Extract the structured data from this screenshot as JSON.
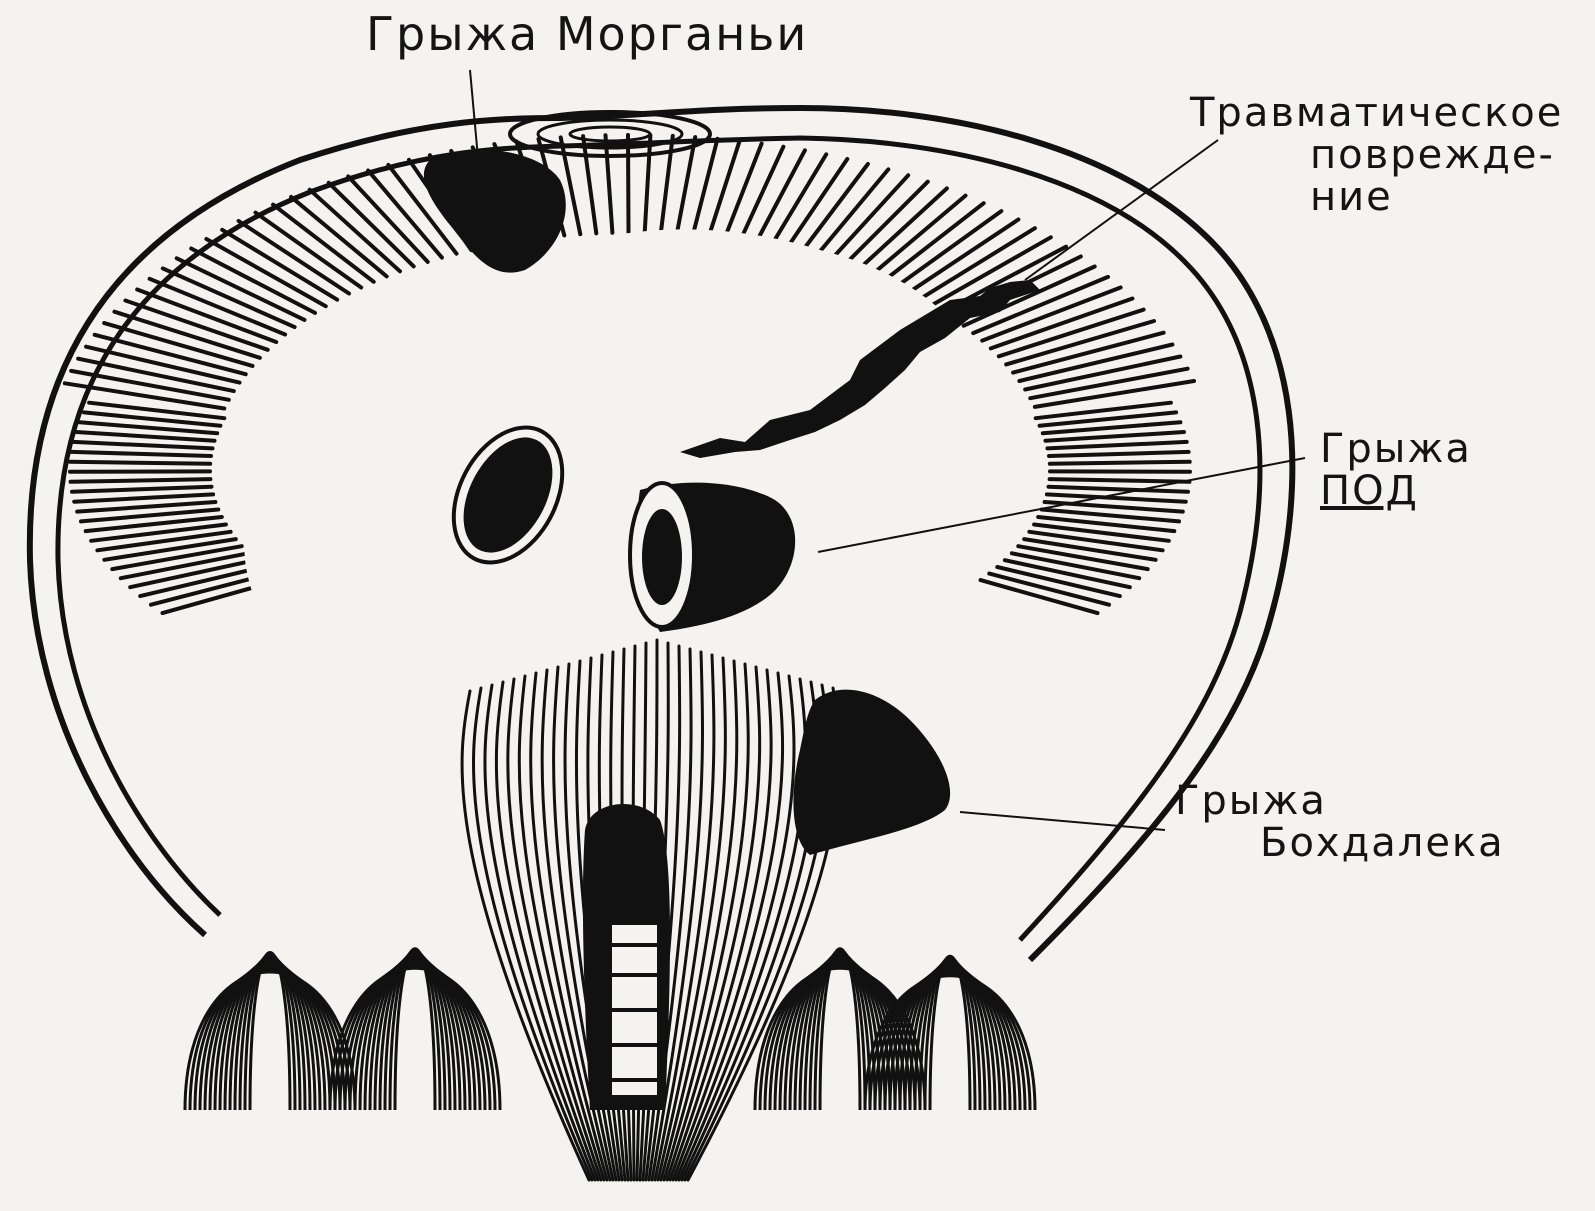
{
  "labels": {
    "morgagni": "Грыжа Морганьи",
    "traumatic_line1": "Травматическое",
    "traumatic_line2": "поврежде-",
    "traumatic_line3": "ние",
    "hiatal_line1": "Грыжа",
    "hiatal_line2": "ПОД",
    "bochdalek_line1": "Грыжа",
    "bochdalek_line2": "Бохдалека"
  },
  "colors": {
    "background": "#f4f3ef",
    "ink": "#111111"
  }
}
